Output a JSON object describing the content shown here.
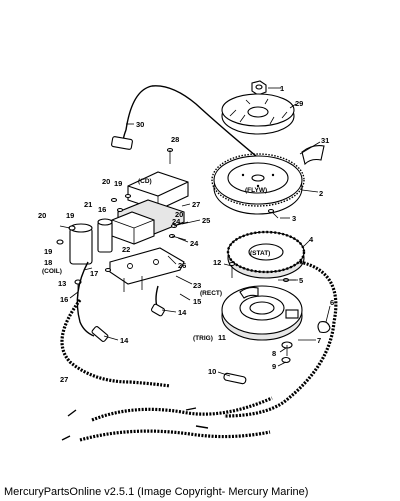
{
  "callouts": [
    {
      "id": "c1",
      "text": "1"
    },
    {
      "id": "c29",
      "text": "29"
    },
    {
      "id": "c30",
      "text": "30"
    },
    {
      "id": "c28",
      "text": "28"
    },
    {
      "id": "c31",
      "text": "31"
    },
    {
      "id": "c2",
      "text": "2"
    },
    {
      "id": "c3",
      "text": "3"
    },
    {
      "id": "c4",
      "text": "4"
    },
    {
      "id": "c5",
      "text": "5"
    },
    {
      "id": "c6",
      "text": "6"
    },
    {
      "id": "c7",
      "text": "7"
    },
    {
      "id": "c8",
      "text": "8"
    },
    {
      "id": "c9",
      "text": "9"
    },
    {
      "id": "c10",
      "text": "10"
    },
    {
      "id": "c11",
      "text": "11"
    },
    {
      "id": "c12",
      "text": "12"
    },
    {
      "id": "c13",
      "text": "13"
    },
    {
      "id": "c14a",
      "text": "14"
    },
    {
      "id": "c14b",
      "text": "14"
    },
    {
      "id": "c15",
      "text": "15"
    },
    {
      "id": "c16a",
      "text": "16"
    },
    {
      "id": "c16b",
      "text": "16"
    },
    {
      "id": "c17",
      "text": "17"
    },
    {
      "id": "c18",
      "text": "18"
    },
    {
      "id": "c19a",
      "text": "19"
    },
    {
      "id": "c19b",
      "text": "19"
    },
    {
      "id": "c19c",
      "text": "19"
    },
    {
      "id": "c20a",
      "text": "20"
    },
    {
      "id": "c20b",
      "text": "20"
    },
    {
      "id": "c20c",
      "text": "20"
    },
    {
      "id": "c21",
      "text": "21"
    },
    {
      "id": "c22",
      "text": "22"
    },
    {
      "id": "c23",
      "text": "23"
    },
    {
      "id": "c24a",
      "text": "24"
    },
    {
      "id": "c24b",
      "text": "24"
    },
    {
      "id": "c25",
      "text": "25"
    },
    {
      "id": "c26",
      "text": "26"
    },
    {
      "id": "c27a",
      "text": "27"
    },
    {
      "id": "c27b",
      "text": "27"
    }
  ],
  "labels": {
    "cd": "(CD)",
    "flyw": "(FLYW)",
    "stat": "(STAT)",
    "trig": "(TRIG)",
    "rect": "(RECT)",
    "coil": "(COIL)"
  },
  "caption": "MercuryPartsOnline v2.5.1 (Image Copyright- Mercury Marine)"
}
